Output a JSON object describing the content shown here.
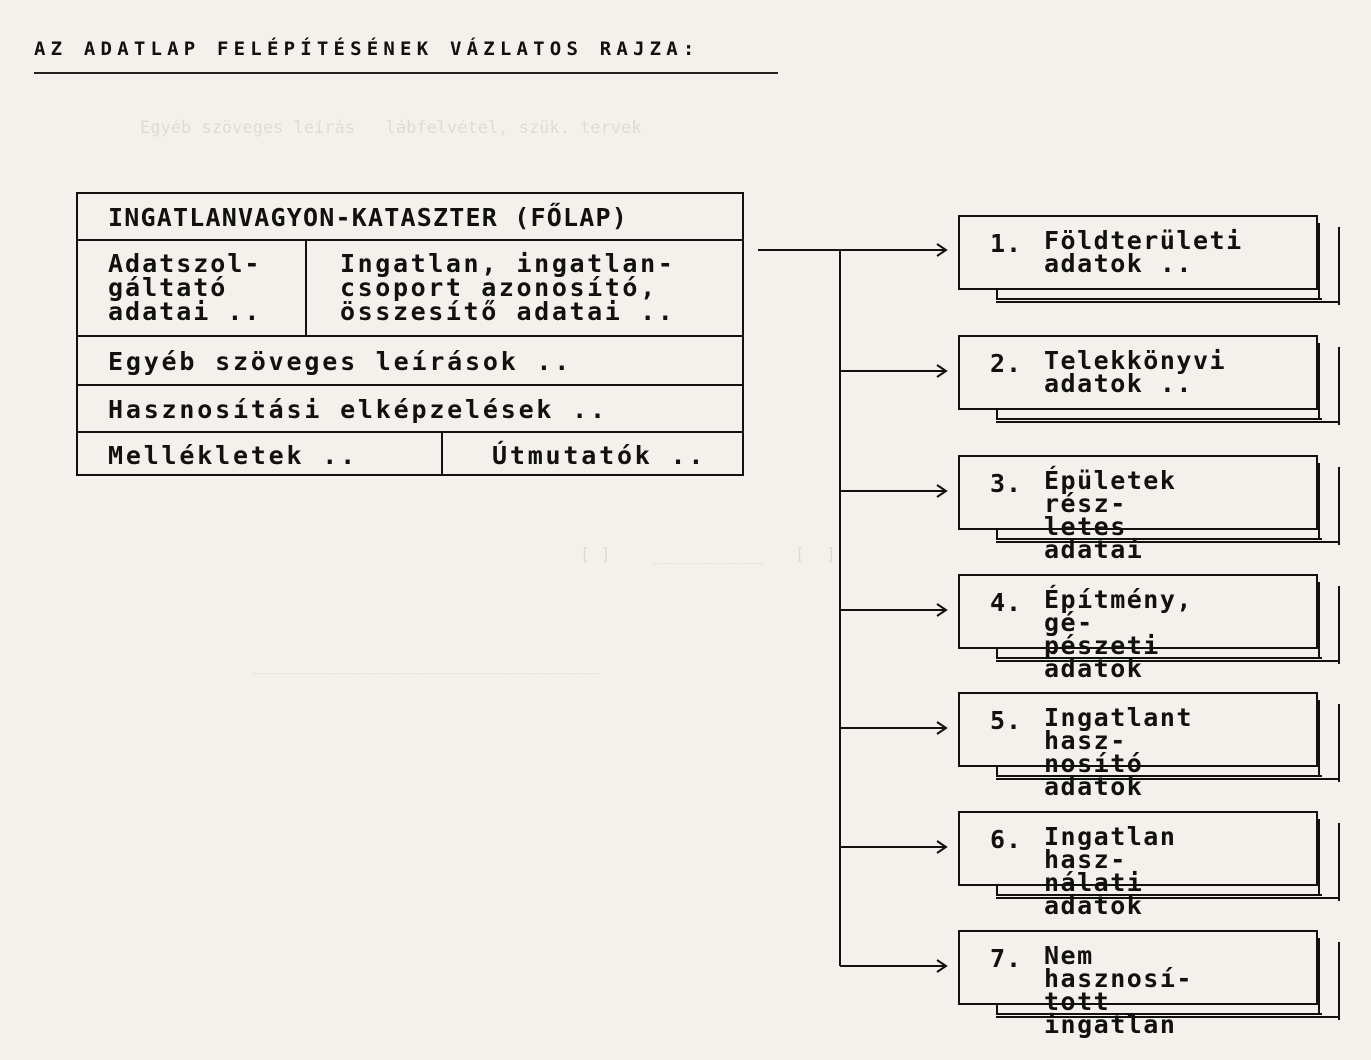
{
  "heading": "AZ ADATLAP FELÉPÍTÉSÉNEK VÁZLATOS RAJZA:",
  "main_form": {
    "title": "INGATLANVAGYON-KATASZTER (FŐLAP)",
    "provider": "Adatszol-\ngáltató\nadatai ..",
    "identification": "Ingatlan, ingatlan-\ncsoport azonosító,\nösszesítő adatai ..",
    "descriptions": "Egyéb szöveges leírások ..",
    "plans": "Hasznosítási elképzelések ..",
    "attachments": "Mellékletek ..",
    "guides": "Útmutatók .."
  },
  "sub_forms": [
    {
      "number": "1.",
      "text": "Földterületi\nadatok .."
    },
    {
      "number": "2.",
      "text": "Telekkönyvi\nadatok .."
    },
    {
      "number": "3.",
      "text": "Épületek rész-\nletes adatai"
    },
    {
      "number": "4.",
      "text": "Építmény, gé-\npészeti adatok"
    },
    {
      "number": "5.",
      "text": "Ingatlant hasz-\nnosító adatok"
    },
    {
      "number": "6.",
      "text": "Ingatlan hasz-\nnálati adatok"
    },
    {
      "number": "7.",
      "text": "Nem hasznosí-\ntott ingatlan"
    }
  ]
}
